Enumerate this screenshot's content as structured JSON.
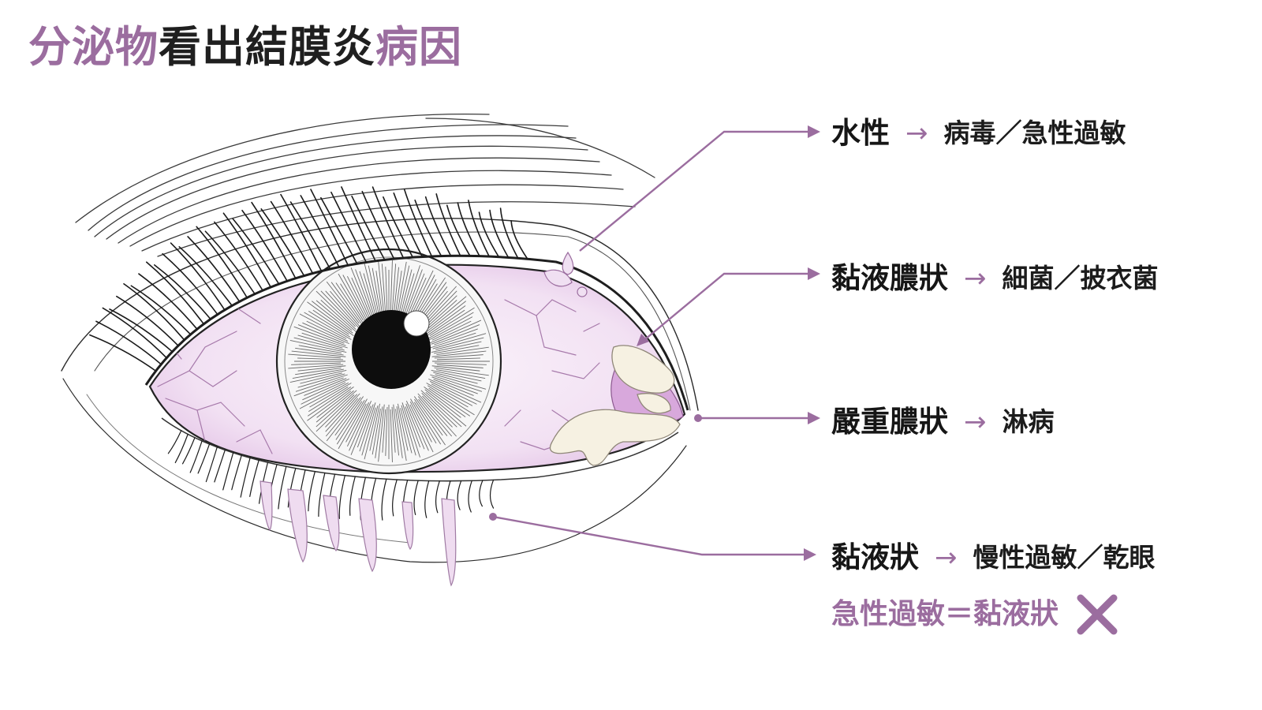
{
  "title": {
    "part1": "分泌物",
    "part2": "看出結膜炎",
    "part3": "病因"
  },
  "discharge_types": [
    {
      "type": "水性",
      "arrow": "→",
      "cause": "病毒／急性過敏"
    },
    {
      "type": "黏液膿狀",
      "arrow": "→",
      "cause": "細菌／披衣菌"
    },
    {
      "type": "嚴重膿狀",
      "arrow": "→",
      "cause": "淋病"
    },
    {
      "type": "黏液狀",
      "arrow": "→",
      "cause": "慢性過敏／乾眼"
    }
  ],
  "myth": {
    "text": "急性過敏＝黏液狀",
    "mark_icon": "cross-icon"
  },
  "colors": {
    "accent": "#9b6d9f",
    "text": "#1f1f1f",
    "sclera_tint": "#ead3ec",
    "discharge": "#f6f1e2",
    "line": "#2a2a2a"
  }
}
